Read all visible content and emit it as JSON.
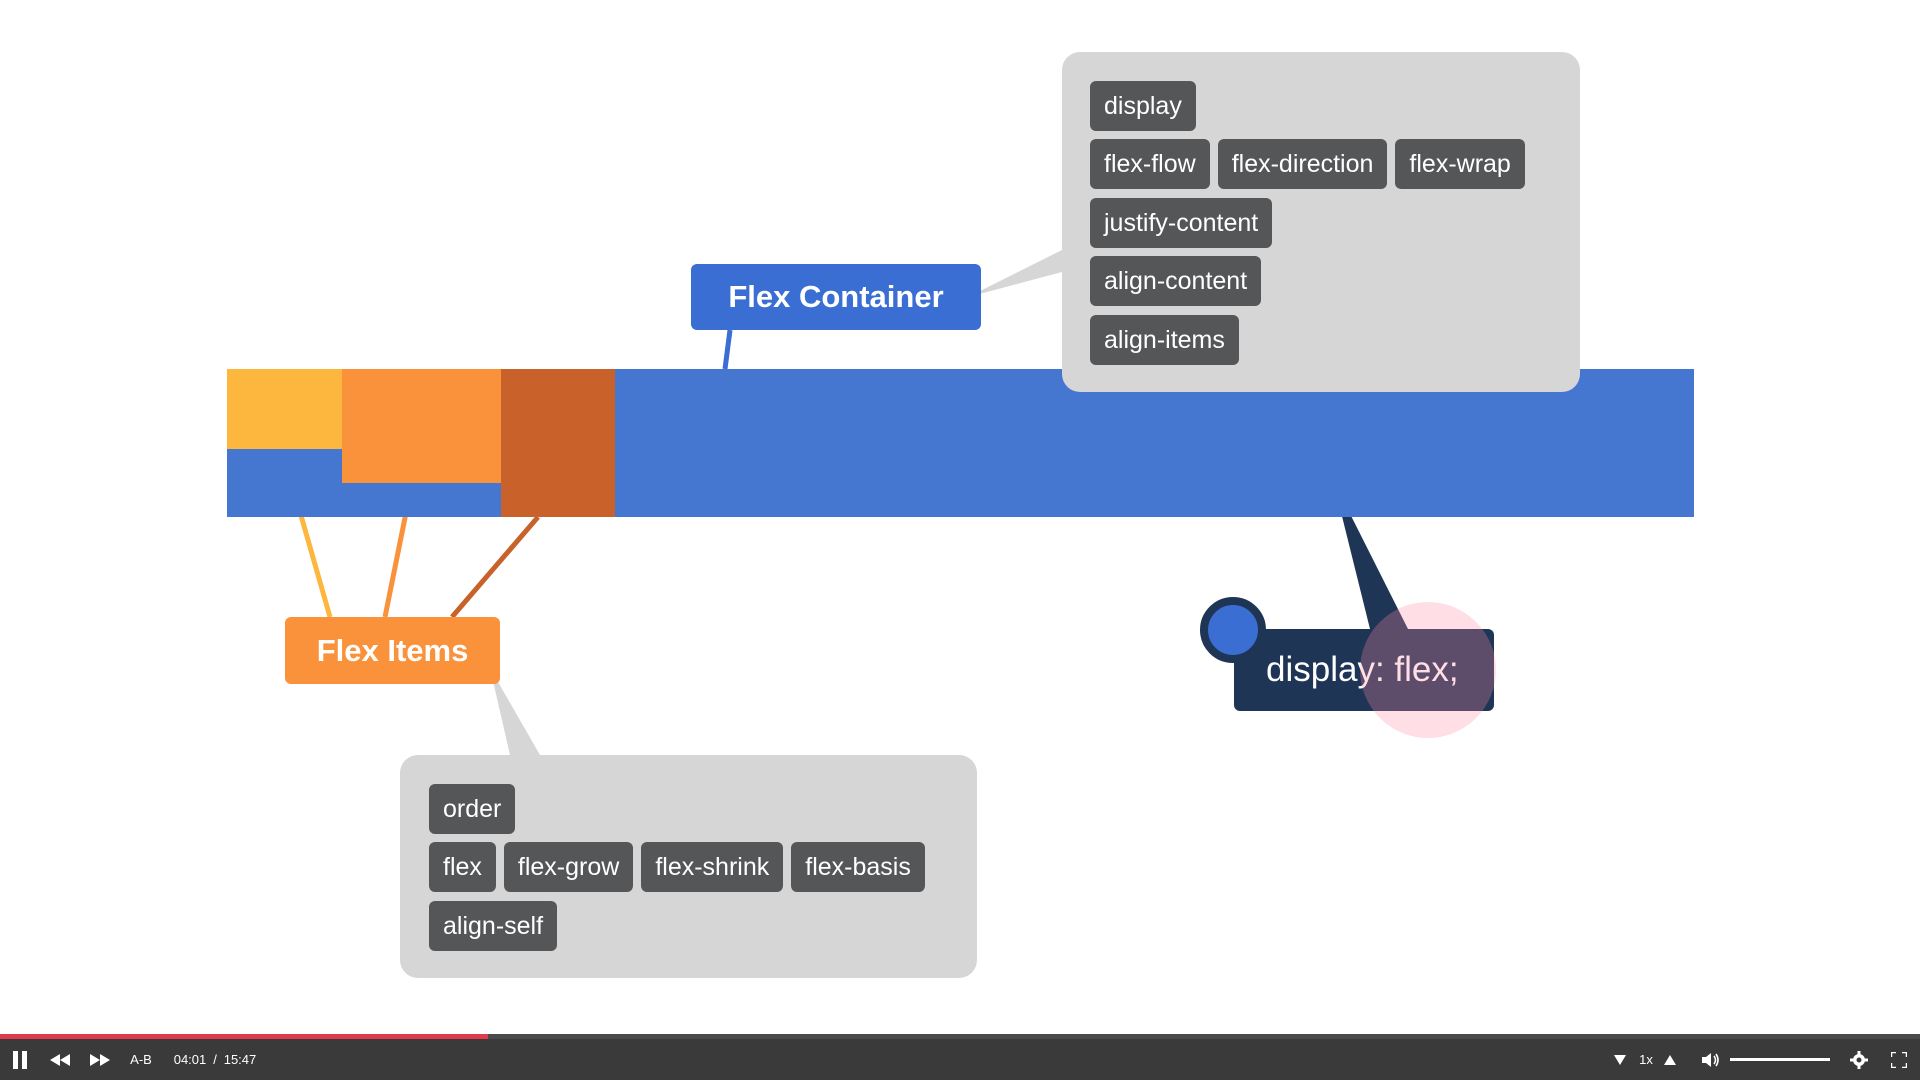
{
  "slide": {
    "container_label": "Flex Container",
    "items_label": "Flex Items",
    "container_properties": [
      [
        "display"
      ],
      [
        "flex-flow",
        "flex-direction",
        "flex-wrap"
      ],
      [
        "justify-content"
      ],
      [
        "align-content"
      ],
      [
        "align-items"
      ]
    ],
    "item_properties": [
      [
        "order"
      ],
      [
        "flex",
        "flex-grow",
        "flex-shrink",
        "flex-basis"
      ],
      [
        "align-self"
      ]
    ],
    "code": "display: flex;"
  },
  "player": {
    "ab_label": "A-B",
    "current_time": "04:01",
    "separator": "/",
    "duration": "15:47",
    "speed": "1x",
    "progress_fraction": 0.254,
    "volume_fraction": 1.0
  },
  "colors": {
    "container_blue": "#4576d0",
    "item_yellow": "#fdb73f",
    "item_orange": "#f9923a",
    "item_dark_orange": "#c8622a",
    "progress_red": "#e03a4c"
  }
}
